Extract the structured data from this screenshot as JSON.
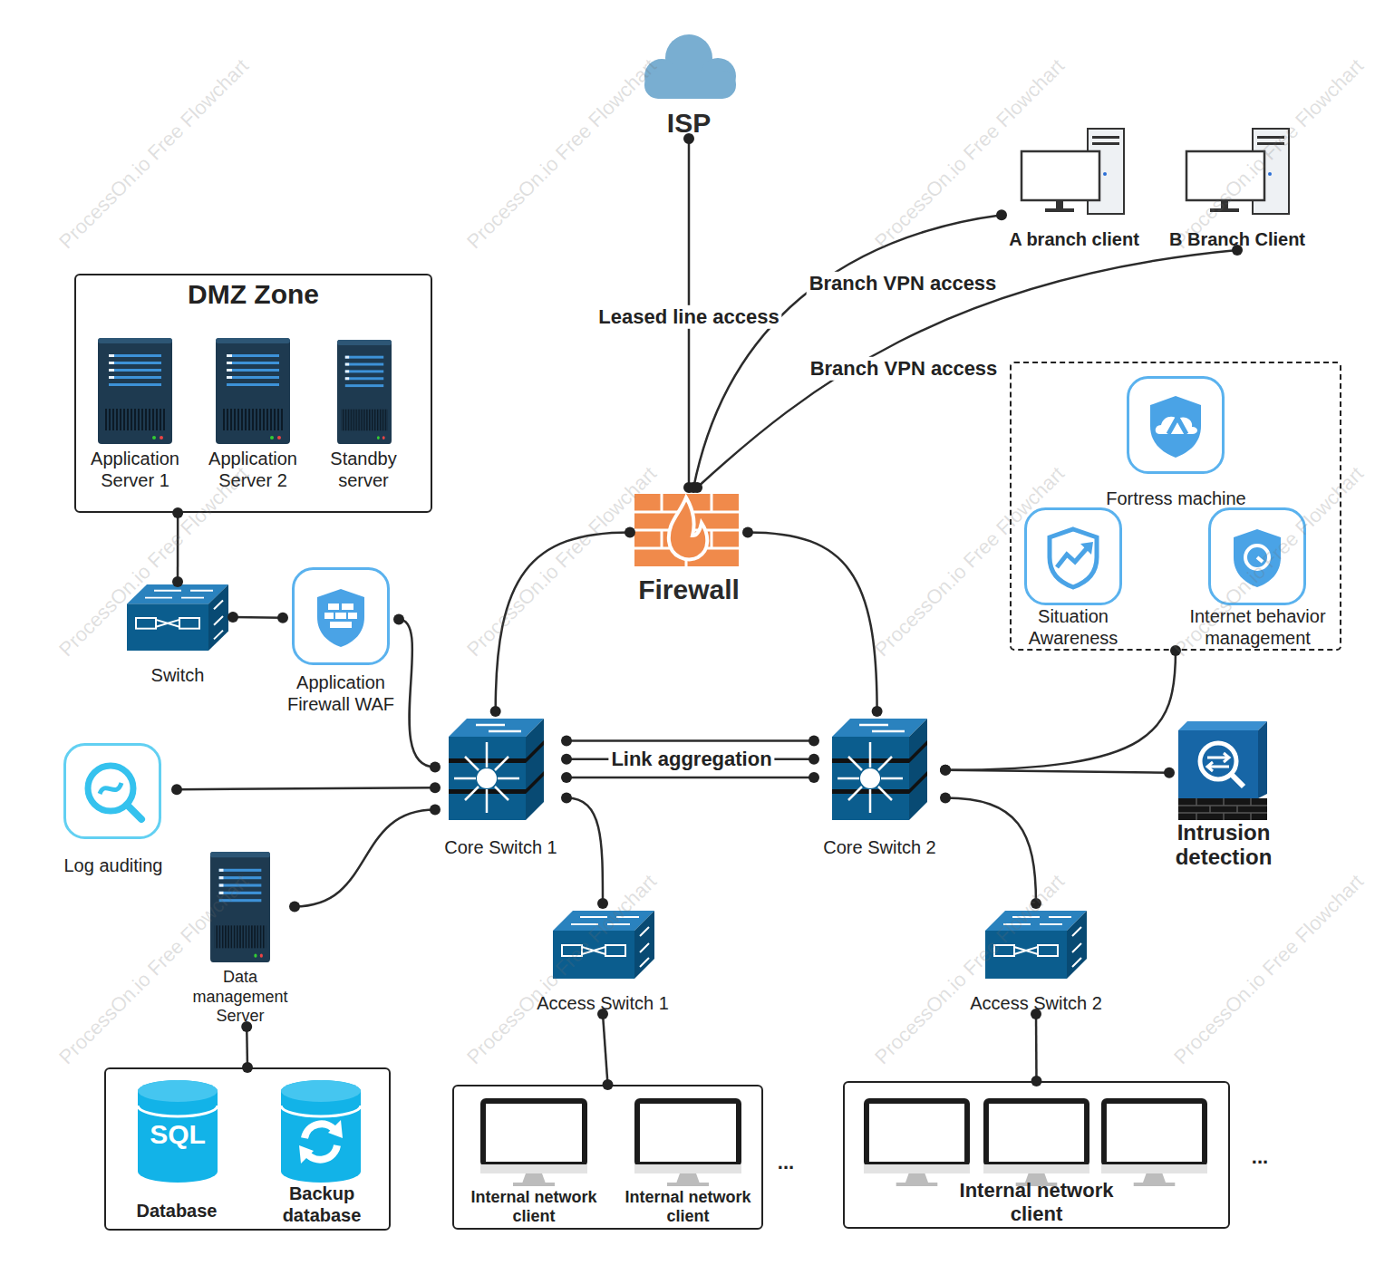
{
  "diagram": {
    "nodes": [
      {
        "text": [
          "ISP"
        ]
      },
      {
        "text": [
          "Firewall"
        ]
      },
      {
        "text": [
          "A branch client"
        ]
      },
      {
        "text": [
          "B Branch Client"
        ]
      },
      {
        "text": [
          "DMZ Zone"
        ]
      },
      {
        "text": [
          "Application Server 1"
        ],
        "in": 4
      },
      {
        "text": [
          "Application Server 2"
        ],
        "in": 4
      },
      {
        "text": [
          "Standby server"
        ],
        "in": 4
      },
      {
        "text": []
      },
      {
        "text": [
          "Fortress machine"
        ],
        "in": 8
      },
      {
        "text": [
          "Situation Awareness"
        ],
        "in": 8
      },
      {
        "text": [
          "Internet behavior management"
        ],
        "in": 8
      },
      {
        "text": [
          "Switch"
        ]
      },
      {
        "text": [
          "Application Firewall WAF"
        ]
      },
      {
        "text": [
          "Core Switch 1"
        ]
      },
      {
        "text": [
          "Core Switch 2"
        ]
      },
      {
        "text": [
          "Log auditing"
        ]
      },
      {
        "text": [
          "Intrusion detection"
        ]
      },
      {
        "text": [
          "Data management Server"
        ]
      },
      {
        "text": [
          "Access Switch 1"
        ]
      },
      {
        "text": [
          "Access Switch 2"
        ]
      },
      {
        "text": []
      },
      {
        "text": [
          "Database"
        ],
        "in": 21
      },
      {
        "text": [
          "Backup database"
        ],
        "in": 21
      },
      {
        "text": []
      },
      {
        "text": [
          "Internal network client"
        ],
        "in": 24
      },
      {
        "text": [
          "Internal network client"
        ],
        "in": 24
      },
      {
        "text": [
          "Internal network client"
        ]
      }
    ],
    "edges": [
      {
        "from": 0,
        "to": 1,
        "label": "Leased line access",
        "arrow": "none"
      },
      {
        "from": 2,
        "to": 1,
        "label": "Branch VPN access",
        "arrow": "none"
      },
      {
        "from": 3,
        "to": 1,
        "label": "Branch VPN access",
        "arrow": "none"
      },
      {
        "from": 1,
        "to": 14,
        "arrow": "none"
      },
      {
        "from": 1,
        "to": 15,
        "arrow": "none"
      },
      {
        "from": 4,
        "to": 12,
        "arrow": "none"
      },
      {
        "from": 12,
        "to": 13,
        "arrow": "none"
      },
      {
        "from": 13,
        "to": 14,
        "arrow": "none"
      },
      {
        "from": 14,
        "to": 15,
        "arrow": "none"
      },
      {
        "from": 14,
        "to": 15,
        "label": "Link aggregation",
        "arrow": "none"
      },
      {
        "from": 14,
        "to": 15,
        "arrow": "none"
      },
      {
        "from": 16,
        "to": 14,
        "arrow": "none"
      },
      {
        "from": 18,
        "to": 14,
        "arrow": "none"
      },
      {
        "from": 14,
        "to": 19,
        "arrow": "none"
      },
      {
        "from": 15,
        "to": 20,
        "arrow": "none"
      },
      {
        "from": 15,
        "to": 8,
        "arrow": "none"
      },
      {
        "from": 15,
        "to": 17,
        "arrow": "none"
      },
      {
        "from": 18,
        "to": 21,
        "arrow": "none"
      },
      {
        "from": 19,
        "to": 24,
        "arrow": "none"
      },
      {
        "from": 20,
        "to": 27,
        "arrow": "none"
      }
    ],
    "labels": [
      "SQL",
      "...",
      "...",
      "ProcessOn.io Free Flowchart",
      "ProcessOn.io Free Flowchart",
      "ProcessOn.io Free Flowchart",
      "ProcessOn.io Free Flowchart",
      "ProcessOn.io Free Flowchart",
      "ProcessOn.io Free Flowchart",
      "ProcessOn.io Free Flowchart",
      "ProcessOn.io Free Flowchart",
      "ProcessOn.io Free Flowchart",
      "ProcessOn.io Free Flowchart",
      "ProcessOn.io Free Flowchart",
      "ProcessOn.io Free Flowchart"
    ]
  }
}
